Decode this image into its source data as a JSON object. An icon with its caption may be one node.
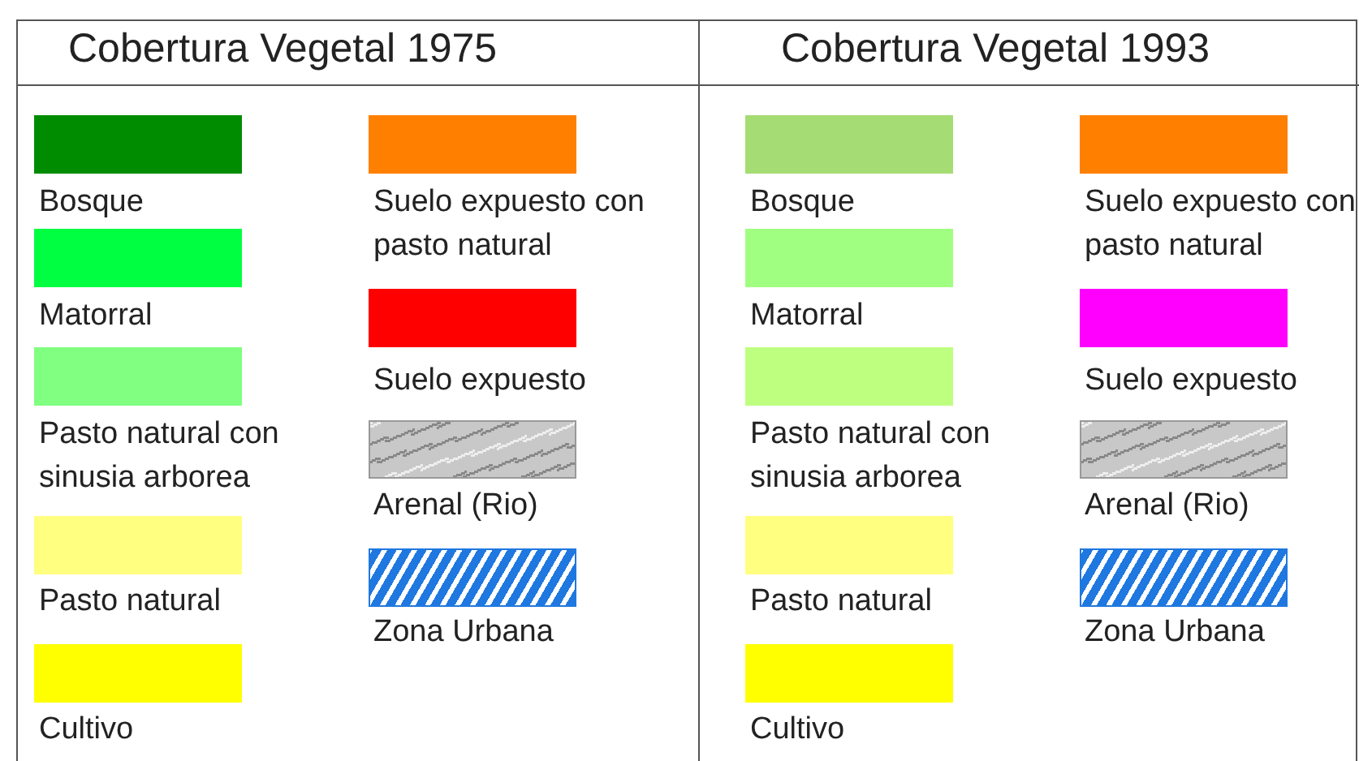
{
  "diagram": {
    "labels": [
      "Cobertura Vegetal 1975",
      "Cobertura Vegetal 1993"
    ],
    "legend": [
      {
        "text": "Bosque",
        "color": "#008c00"
      },
      {
        "text": "Matorral",
        "color": "#00ff40"
      },
      {
        "text": "Pasto natural con sinusia arborea",
        "color": "#80ff80"
      },
      {
        "text": "Pasto natural",
        "color": "#ffff80"
      },
      {
        "text": "Cultivo",
        "color": "#ffff00"
      },
      {
        "text": "Suelo expuesto con pasto natural",
        "color": "#ff8000"
      },
      {
        "text": "Suelo expuesto",
        "color": "#ff0000"
      },
      {
        "text": "Arenal (Rio)"
      },
      {
        "text": "Zona Urbana"
      },
      {
        "text": "Bosque",
        "color": "#a6dc74"
      },
      {
        "text": "Matorral",
        "color": "#a0ff80"
      },
      {
        "text": "Pasto natural con sinusia arborea",
        "color": "#bfff80"
      },
      {
        "text": "Pasto natural",
        "color": "#ffff80"
      },
      {
        "text": "Cultivo",
        "color": "#ffff00"
      },
      {
        "text": "Suelo expuesto con pasto natural",
        "color": "#ff8000"
      },
      {
        "text": "Suelo expuesto",
        "color": "#ff00ff"
      },
      {
        "text": "Arenal (Rio)"
      },
      {
        "text": "Zona Urbana"
      }
    ]
  }
}
